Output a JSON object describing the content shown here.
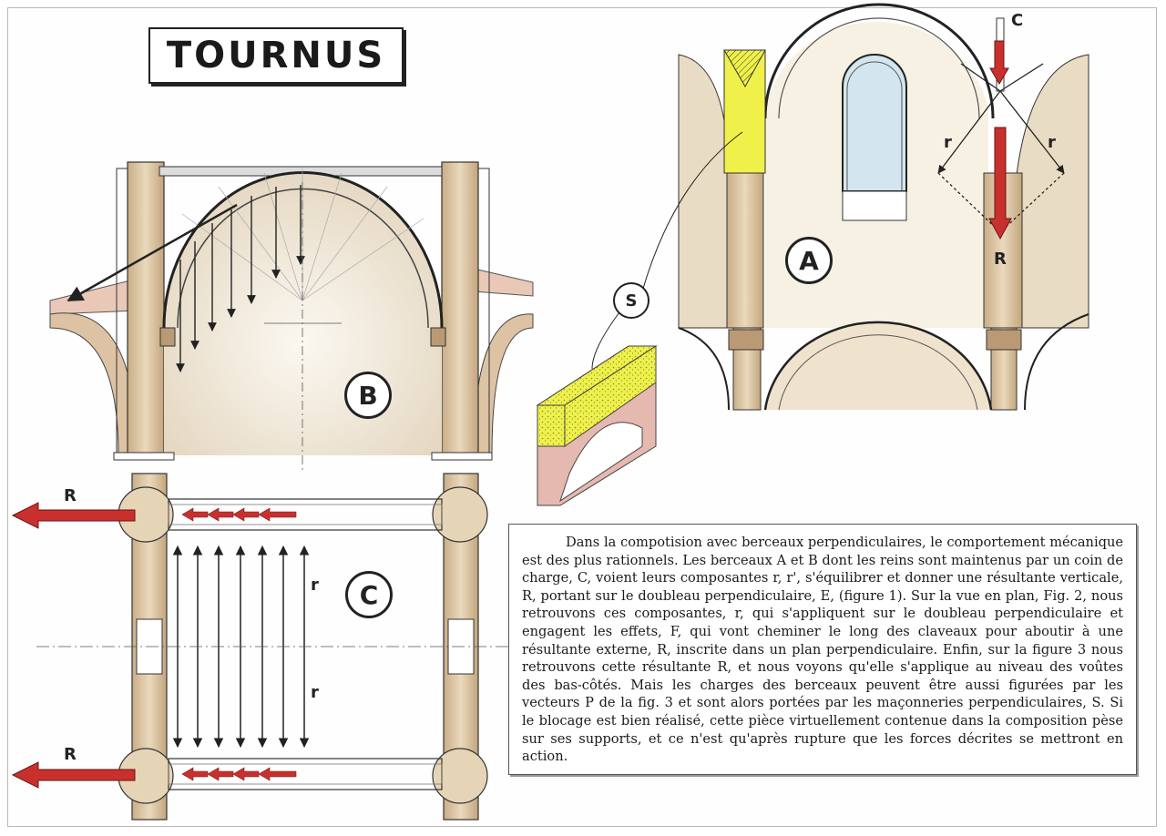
{
  "title": "TOURNUS",
  "labels": {
    "circle_a": "A",
    "circle_b": "B",
    "circle_c": "C",
    "circle_s": "S",
    "force_c_top": "C",
    "force_r_left": "r",
    "force_r_right": "r",
    "resultant_r_vault": "R",
    "resultant_r_plan_top": "R",
    "resultant_r_plan_bottom": "R",
    "plan_r_upper": "r",
    "plan_r_lower": "r"
  },
  "description": "Dans la compotision avec berceaux perpendiculaires, le comportement mécanique est des plus rationnels. Les berceaux A et B dont les reins sont maintenus par un coin de charge, C, voient leurs composantes r, r', s'équilibrer et donner une résultante verticale, R, portant sur le doubleau perpendiculaire, E, (figure 1). Sur la vue en plan, Fig. 2, nous retrouvons ces composantes, r, qui s'appliquent sur le doubleau perpendiculaire et engagent les effets, F, qui vont cheminer le long des claveaux pour aboutir à une résultante externe, R, inscrite dans un plan perpendiculaire. Enfin, sur la figure 3 nous retrouvons cette résultante R, et nous voyons qu'elle s'applique au niveau des voûtes des bas-côtés. Mais les charges des berceaux peuvent être aussi figurées par les vecteurs P de la fig. 3 et sont alors portées par les maçonneries perpendiculaires, S. Si le blocage est bien réalisé, cette pièce virtuellement contenue dans la composition pèse sur ses supports, et ce n'est qu'après rupture que les forces décrites se mettront en action.",
  "colors": {
    "force_red": "#c8302e",
    "stone": "#dcc7a6",
    "stone_dark": "#b69a74",
    "window_blue": "#d3e6ef",
    "keystone_yellow": "#f0f04a",
    "brick_pink": "#e6b9b0",
    "ink": "#222222"
  }
}
